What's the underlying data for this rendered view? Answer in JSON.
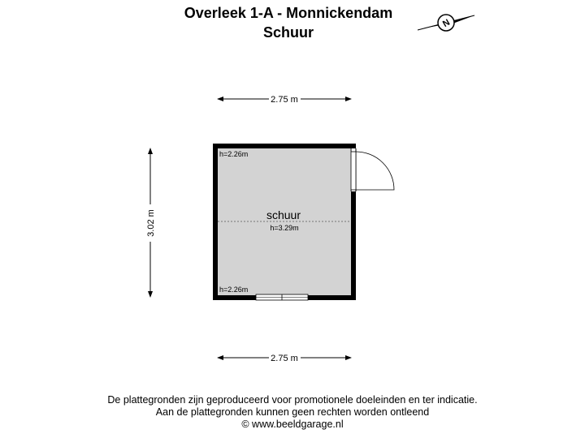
{
  "header": {
    "title": "Overleek 1-A - Monnickendam",
    "subtitle": "Schuur"
  },
  "dimensions": {
    "width_top": "2.75 m",
    "width_bottom": "2.75 m",
    "height_left": "3.02 m"
  },
  "room": {
    "name": "schuur",
    "ridge_height": "h=3.29m",
    "height_top_left": "h=2.26m",
    "height_bottom_left": "h=2.26m"
  },
  "compass": {
    "letter": "N",
    "icon": "compass-icon"
  },
  "footer": {
    "line1": "De plattegronden zijn geproduceerd voor promotionele doeleinden en ter indicatie.",
    "line2": "Aan de plattegronden kunnen geen rechten worden ontleend",
    "line3": "© www.beeldgarage.nl"
  },
  "colors": {
    "floor": "#d3d3d3",
    "wall": "#000000"
  }
}
